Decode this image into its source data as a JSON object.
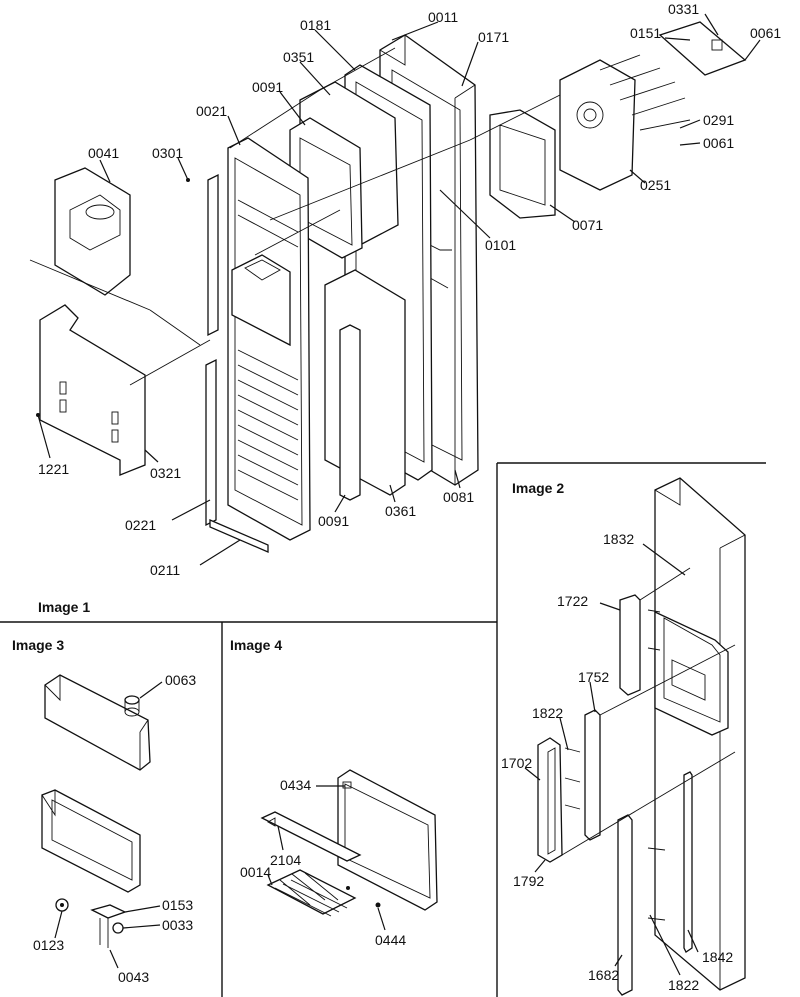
{
  "panels": {
    "image1": "Image 1",
    "image2": "Image 2",
    "image3": "Image 3",
    "image4": "Image 4"
  },
  "image1_parts": [
    "0011",
    "0181",
    "0171",
    "0331",
    "0061",
    "0351",
    "0151",
    "0091",
    "0021",
    "0301",
    "0041",
    "0291",
    "0061",
    "0251",
    "0101",
    "0071",
    "1221",
    "0321",
    "0221",
    "0091",
    "0361",
    "0081",
    "0211"
  ],
  "image2_parts": [
    "1832",
    "1722",
    "1752",
    "1822",
    "1702",
    "1792",
    "1682",
    "1822",
    "1842"
  ],
  "image3_parts": [
    "0063",
    "0153",
    "0033",
    "0123",
    "0043"
  ],
  "image4_parts": [
    "0434",
    "2104",
    "0014",
    "0444"
  ]
}
